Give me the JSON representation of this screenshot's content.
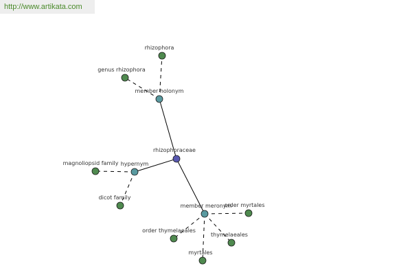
{
  "header": {
    "url": "http://www.artikata.com"
  },
  "colors": {
    "center": "#5858b0",
    "relation": "#5a9aa0",
    "leaf": "#4f8a4f",
    "edge": "#000000"
  },
  "graph": {
    "nodes": [
      {
        "id": "rhizophoraceae",
        "label": "rhizophoraceae",
        "kind": "center"
      },
      {
        "id": "member_holonym",
        "label": "member holonym",
        "kind": "relation"
      },
      {
        "id": "rhizophora",
        "label": "rhizophora",
        "kind": "leaf"
      },
      {
        "id": "genus_rhizophora",
        "label": "genus rhizophora",
        "kind": "leaf"
      },
      {
        "id": "hypernym",
        "label": "hypernym",
        "kind": "relation"
      },
      {
        "id": "magnoliopsid_family",
        "label": "magnoliopsid family",
        "kind": "leaf"
      },
      {
        "id": "dicot_family",
        "label": "dicot family",
        "kind": "leaf"
      },
      {
        "id": "member_meronym",
        "label": "member meronym",
        "kind": "relation"
      },
      {
        "id": "order_myrtales",
        "label": "order myrtales",
        "kind": "leaf"
      },
      {
        "id": "order_thymelaeales",
        "label": "order thymelaeales",
        "kind": "leaf"
      },
      {
        "id": "thymelaeales",
        "label": "thymelaeales",
        "kind": "leaf"
      },
      {
        "id": "myrtales",
        "label": "myrtales",
        "kind": "leaf"
      }
    ],
    "edges": [
      {
        "from": "rhizophoraceae",
        "to": "member_holonym",
        "style": "solid"
      },
      {
        "from": "rhizophoraceae",
        "to": "hypernym",
        "style": "solid"
      },
      {
        "from": "rhizophoraceae",
        "to": "member_meronym",
        "style": "solid"
      },
      {
        "from": "member_holonym",
        "to": "rhizophora",
        "style": "dashed"
      },
      {
        "from": "member_holonym",
        "to": "genus_rhizophora",
        "style": "dashed"
      },
      {
        "from": "hypernym",
        "to": "magnoliopsid_family",
        "style": "dashed"
      },
      {
        "from": "hypernym",
        "to": "dicot_family",
        "style": "dashed"
      },
      {
        "from": "member_meronym",
        "to": "order_myrtales",
        "style": "dashed"
      },
      {
        "from": "member_meronym",
        "to": "order_thymelaeales",
        "style": "dashed"
      },
      {
        "from": "member_meronym",
        "to": "thymelaeales",
        "style": "dashed"
      },
      {
        "from": "member_meronym",
        "to": "myrtales",
        "style": "dashed"
      }
    ]
  }
}
